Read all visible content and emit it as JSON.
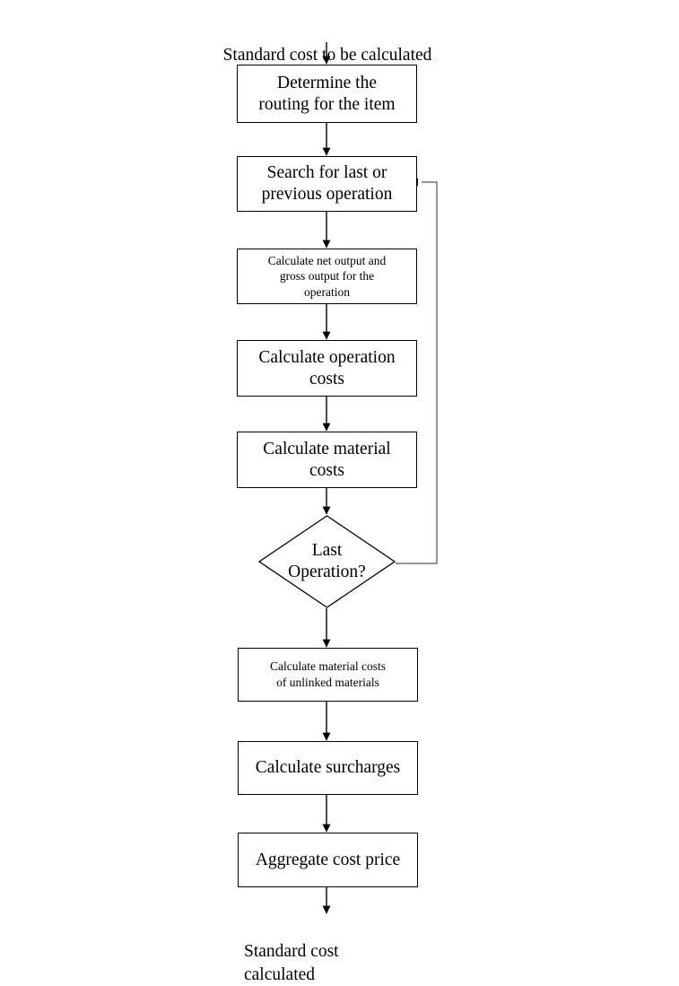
{
  "diagram": {
    "title": "Standard cost calculation flowchart",
    "orientation": "top-to-bottom",
    "stroke_color": "#000000",
    "fill_color": "#ffffff",
    "feedback_stroke_color": "#555555"
  },
  "start_terminal": {
    "label": "Standard cost to be calculated"
  },
  "end_terminal": {
    "label": "Standard cost\ncalculated"
  },
  "nodes": [
    {
      "id": "determine-routing",
      "type": "process",
      "label": "Determine the\nrouting for the item",
      "text_size": "large"
    },
    {
      "id": "search-operation",
      "type": "process",
      "label": "Search for last or\nprevious operation",
      "text_size": "large"
    },
    {
      "id": "calculate-outputs",
      "type": "process",
      "label": "Calculate net output and\ngross output for the\noperation",
      "text_size": "small"
    },
    {
      "id": "operation-costs",
      "type": "process",
      "label": "Calculate operation\ncosts",
      "text_size": "large"
    },
    {
      "id": "material-costs",
      "type": "process",
      "label": "Calculate material\ncosts",
      "text_size": "large"
    },
    {
      "id": "last-operation",
      "type": "decision",
      "label": "Last\nOperation?",
      "text_size": "large"
    },
    {
      "id": "unlinked-materials",
      "type": "process",
      "label": "Calculate material costs\nof unlinked materials",
      "text_size": "small"
    },
    {
      "id": "calculate-surcharges",
      "type": "process",
      "label": "Calculate surcharges",
      "text_size": "large"
    },
    {
      "id": "aggregate-cost",
      "type": "process",
      "label": "Aggregate cost price",
      "text_size": "large"
    }
  ],
  "edges": [
    {
      "from": "start-terminal",
      "to": "determine-routing",
      "kind": "straight-down"
    },
    {
      "from": "determine-routing",
      "to": "search-operation",
      "kind": "straight-down"
    },
    {
      "from": "search-operation",
      "to": "calculate-outputs",
      "kind": "straight-down"
    },
    {
      "from": "calculate-outputs",
      "to": "operation-costs",
      "kind": "straight-down"
    },
    {
      "from": "operation-costs",
      "to": "material-costs",
      "kind": "straight-down"
    },
    {
      "from": "material-costs",
      "to": "last-operation",
      "kind": "straight-down"
    },
    {
      "from": "last-operation",
      "to": "unlinked-materials",
      "kind": "straight-down"
    },
    {
      "from": "last-operation",
      "to": "search-operation",
      "kind": "feedback-loop-right"
    },
    {
      "from": "unlinked-materials",
      "to": "calculate-surcharges",
      "kind": "straight-down"
    },
    {
      "from": "calculate-surcharges",
      "to": "aggregate-cost",
      "kind": "straight-down"
    },
    {
      "from": "aggregate-cost",
      "to": "end-terminal",
      "kind": "straight-down"
    }
  ]
}
